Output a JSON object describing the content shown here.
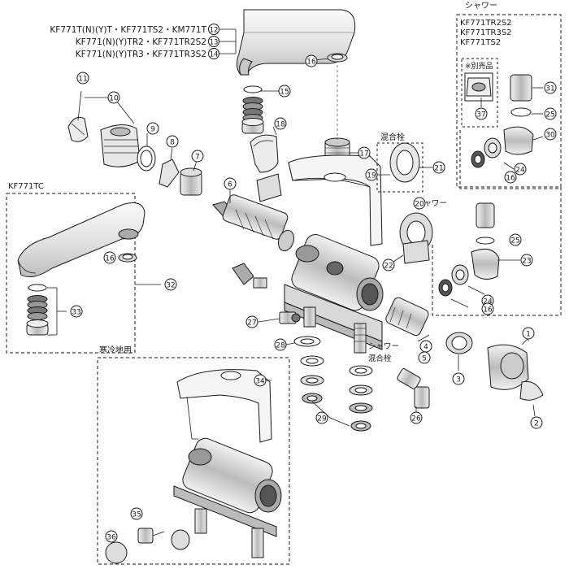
{
  "model_labels": {
    "line12": "KF771T(N)(Y)T・KF771TS2・KM771T",
    "line13": "KF771(N)(Y)TR2・KF771TR2S2",
    "line14": "KF771(N)(Y)TR3・KF771TR3S2",
    "num12": "12",
    "num13": "13",
    "num14": "14"
  },
  "shower_box": {
    "heading": "シャワー",
    "models": [
      "KF771TR2S2",
      "KF771TR3S2",
      "KF771TS2"
    ],
    "sold_separately": "※別売品"
  },
  "tc_box": {
    "heading": "KF771TC"
  },
  "cold_box": {
    "heading": "寒冷地用"
  },
  "mix_label": "混合栓",
  "mix_label_lower": "混合栓",
  "shower_label_20": "シャワー",
  "shower_label_4": "シャワー",
  "callouts": [
    "1",
    "2",
    "3",
    "4",
    "5",
    "6",
    "7",
    "8",
    "9",
    "10",
    "11",
    "15",
    "16",
    "17",
    "18",
    "19",
    "20",
    "21",
    "22",
    "23",
    "24",
    "25",
    "26",
    "27",
    "28",
    "29",
    "30",
    "31",
    "32",
    "33",
    "34",
    "35",
    "36",
    "37"
  ],
  "colors": {
    "line": "#1a1a1a",
    "part_fill": "#dcdcdc",
    "part_dark": "#8a8a8a",
    "background": "#ffffff"
  }
}
